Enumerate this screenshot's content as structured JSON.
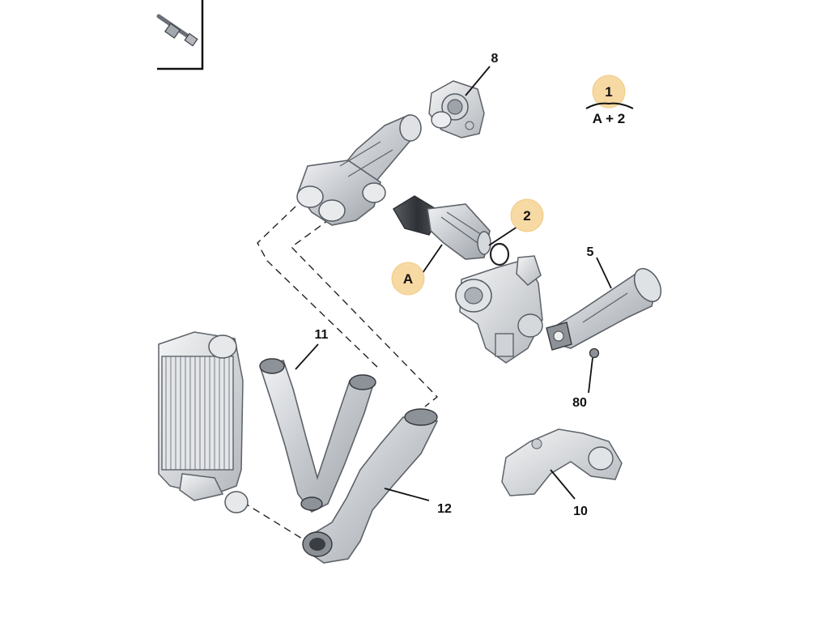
{
  "callouts": {
    "part_8": "8",
    "part_1": "1",
    "kit_formula": "A + 2",
    "part_2": "2",
    "part_A": "A",
    "part_5": "5",
    "part_11": "11",
    "part_80": "80",
    "part_12": "12",
    "part_10": "10"
  },
  "colors": {
    "badge_fill": "#f6d9a3",
    "outline": "#555b63",
    "label": "#111111"
  }
}
